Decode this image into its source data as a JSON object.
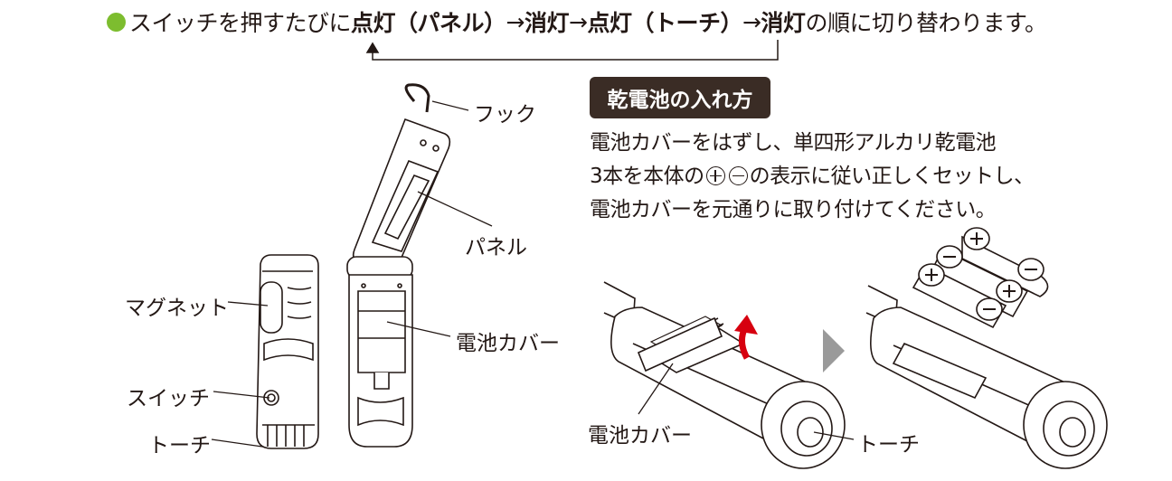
{
  "header": {
    "seg1": "スイッチを押すたびに",
    "seg2": "点灯（パネル）",
    "seg3": "→",
    "seg4": "消灯",
    "seg5": "→",
    "seg6": "点灯（トーチ）",
    "seg7": "→",
    "seg8": "消灯",
    "seg9": "の順に切り替わります。"
  },
  "battery_section": {
    "title": "乾電池の入れ方",
    "line1": "電池カバーをはずし、単四形アルカリ乾電池",
    "line2a": "3本を本体の",
    "line2b": "の表示に従い正しくセットし、",
    "line3": "電池カバーを元通りに取り付けてください。"
  },
  "labels": {
    "hook": "フック",
    "panel": "パネル",
    "battery_cover": "電池カバー",
    "magnet": "マグネット",
    "switch": "スイッチ",
    "torch": "トーチ",
    "battery_cover_2": "電池カバー",
    "torch_2": "トーチ"
  },
  "colors": {
    "bullet": "#7dbd2f",
    "badge_bg": "#3a2c25",
    "arrow_red": "#d7000f",
    "step_arrow": "#9a9a9a"
  }
}
